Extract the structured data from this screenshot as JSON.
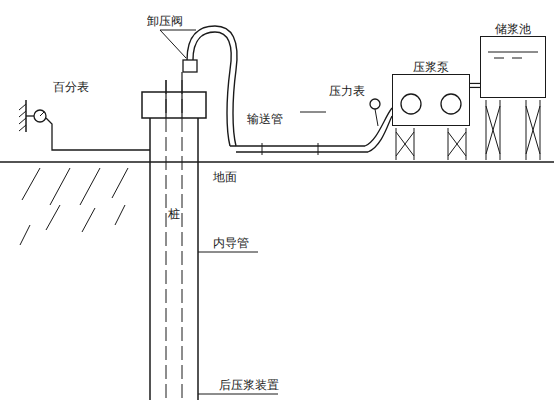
{
  "diagram": {
    "nodes": [
      {
        "text": [
          "压浆泵"
        ]
      },
      {
        "text": [
          "储浆池"
        ]
      }
    ],
    "edges": [
      {
        "from": 0,
        "to": 1,
        "arrow": "none"
      }
    ],
    "labels": [
      "百分表",
      "卸压阀",
      "输送管",
      "压力表",
      "地面",
      "桩",
      "内导管",
      "后压浆装置"
    ]
  }
}
